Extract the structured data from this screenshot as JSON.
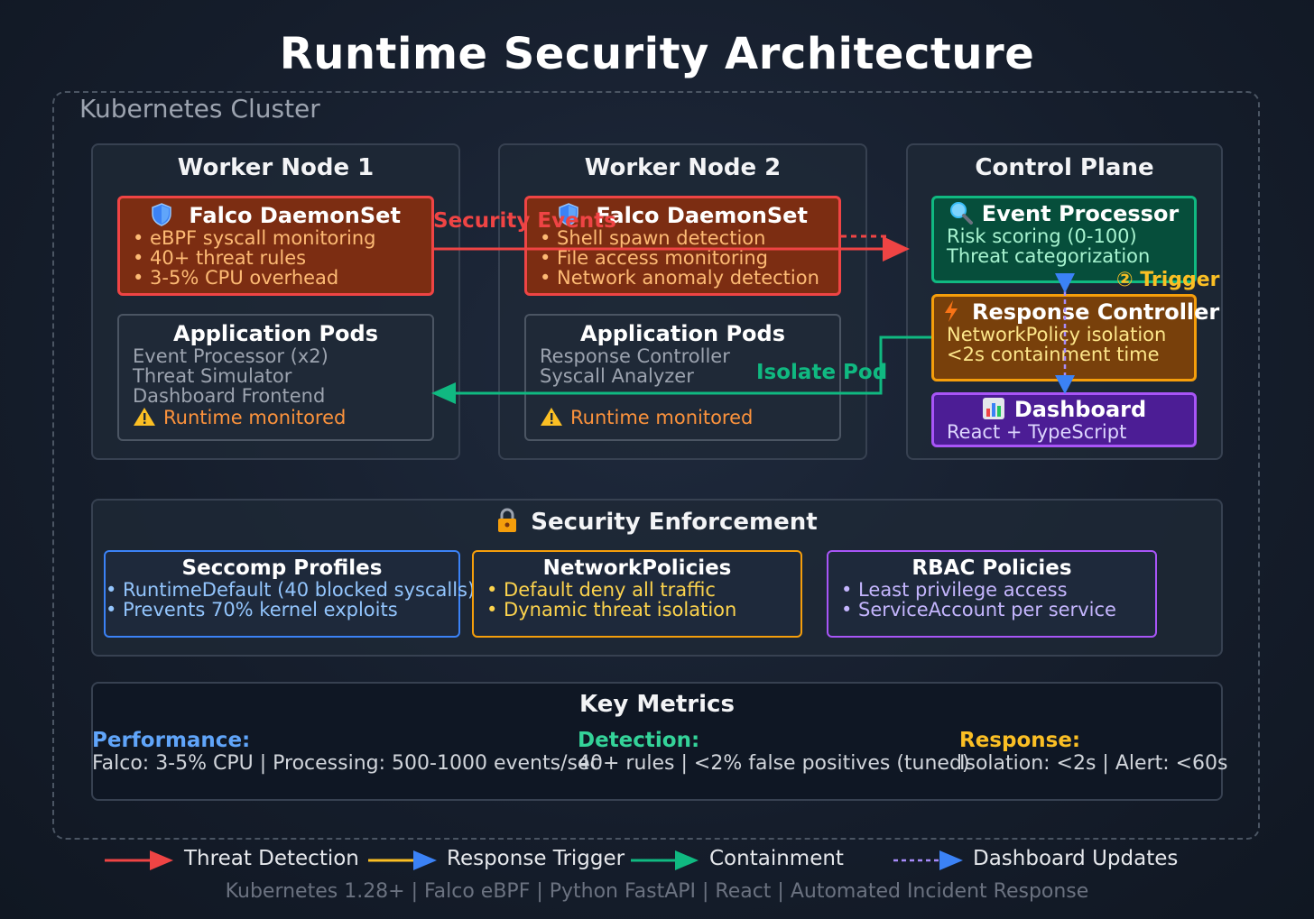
{
  "title": "Runtime Security Architecture",
  "cluster_label": "Kubernetes Cluster",
  "worker1": {
    "title": "Worker Node 1",
    "falco": {
      "icon": "shield-icon",
      "title": "Falco DaemonSet",
      "lines": [
        "• eBPF syscall monitoring",
        "• 40+ threat rules",
        "• 3-5% CPU overhead"
      ]
    },
    "apps": {
      "title": "Application Pods",
      "lines": [
        "Event Processor (x2)",
        "Threat Simulator",
        "Dashboard Frontend"
      ],
      "status": "Runtime monitored"
    }
  },
  "worker2": {
    "title": "Worker Node 2",
    "falco": {
      "icon": "shield-icon",
      "title": "Falco DaemonSet",
      "lines": [
        "• Shell spawn detection",
        "• File access monitoring",
        "• Network anomaly detection"
      ]
    },
    "apps": {
      "title": "Application Pods",
      "lines": [
        "Response Controller",
        "Syscall Analyzer"
      ],
      "status": "Runtime monitored"
    }
  },
  "control": {
    "title": "Control Plane",
    "event_processor": {
      "icon": "magnifier-icon",
      "title": "Event Processor",
      "lines": [
        "Risk scoring (0-100)",
        "Threat categorization"
      ]
    },
    "response_controller": {
      "icon": "lightning-icon",
      "title": "Response Controller",
      "lines": [
        "NetworkPolicy isolation",
        "<2s containment time"
      ]
    },
    "dashboard": {
      "icon": "chart-icon",
      "title": "Dashboard",
      "lines": [
        "React + TypeScript"
      ]
    }
  },
  "edges": {
    "security_events": "Security Events",
    "trigger": "② Trigger",
    "isolate_pod": "Isolate Pod"
  },
  "enforcement": {
    "title": "Security Enforcement",
    "icon": "lock-icon",
    "boxes": [
      {
        "title": "Seccomp Profiles",
        "lines": [
          "• RuntimeDefault (40 blocked syscalls)",
          "• Prevents 70% kernel exploits"
        ]
      },
      {
        "title": "NetworkPolicies",
        "lines": [
          "• Default deny all traffic",
          "• Dynamic threat isolation"
        ]
      },
      {
        "title": "RBAC Policies",
        "lines": [
          "• Least privilege access",
          "• ServiceAccount per service"
        ]
      }
    ]
  },
  "metrics": {
    "title": "Key Metrics",
    "groups": [
      {
        "label": "Performance:",
        "text": "Falco: 3-5% CPU | Processing: 500-1000 events/sec",
        "color": "#60a5fa"
      },
      {
        "label": "Detection:",
        "text": "40+ rules | <2% false positives (tuned)",
        "color": "#34d399"
      },
      {
        "label": "Response:",
        "text": "Isolation: <2s | Alert: <60s",
        "color": "#fbbf24"
      }
    ]
  },
  "legend": [
    {
      "label": "Threat Detection",
      "color": "#ef4444"
    },
    {
      "label": "Response Trigger",
      "color": "#fbbf24"
    },
    {
      "label": "Containment",
      "color": "#10b981"
    },
    {
      "label": "Dashboard Updates",
      "color": "#a78bfa"
    }
  ],
  "footer": "Kubernetes 1.28+ | Falco eBPF | Python FastAPI | React | Automated Incident Response"
}
